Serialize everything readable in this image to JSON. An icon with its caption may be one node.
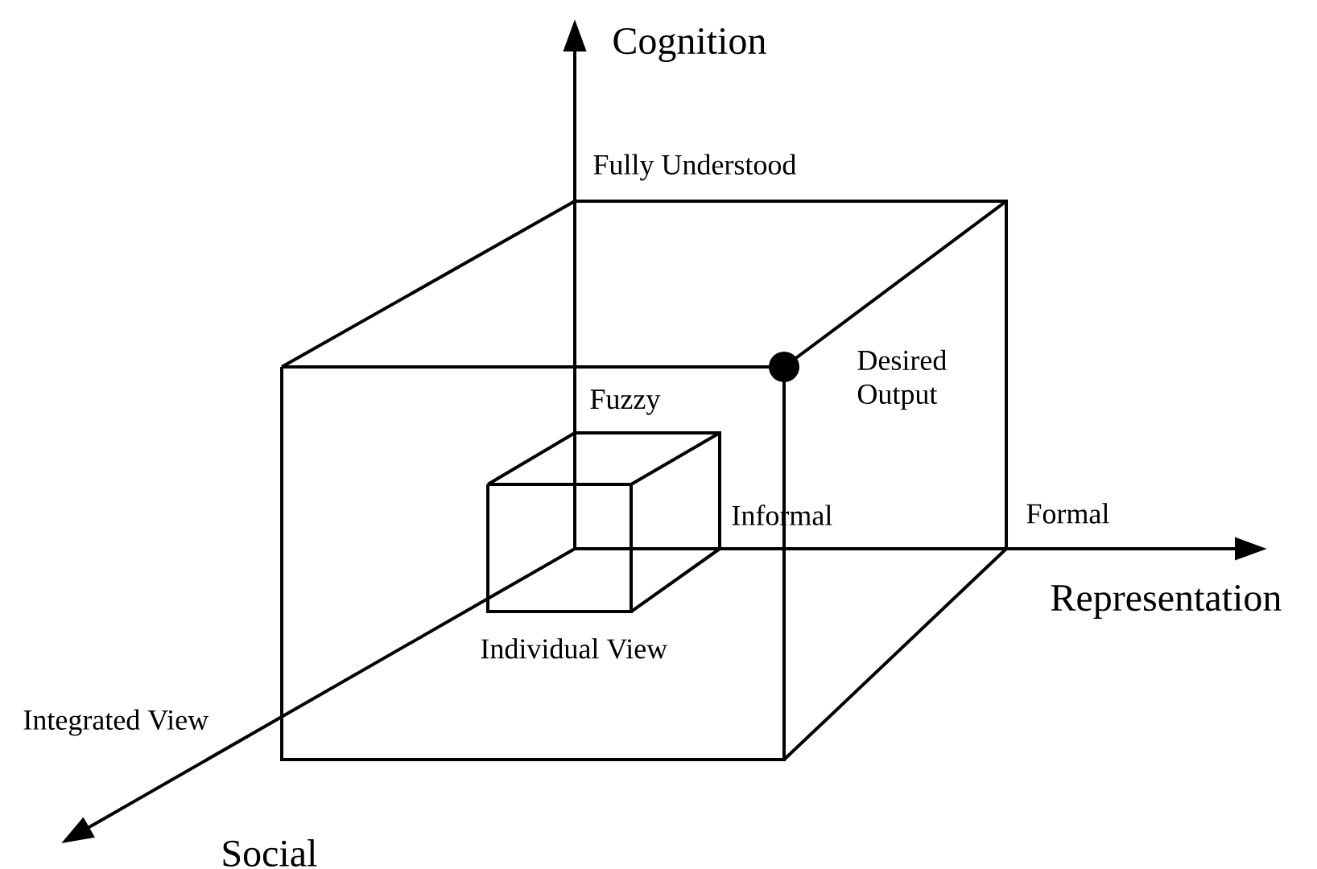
{
  "diagram": {
    "labels": [
      "Cognition",
      "Fully Understood",
      "Desired Output",
      "Fuzzy",
      "Informal",
      "Formal",
      "Representation",
      "Individual View",
      "Integrated View",
      "Social"
    ]
  }
}
